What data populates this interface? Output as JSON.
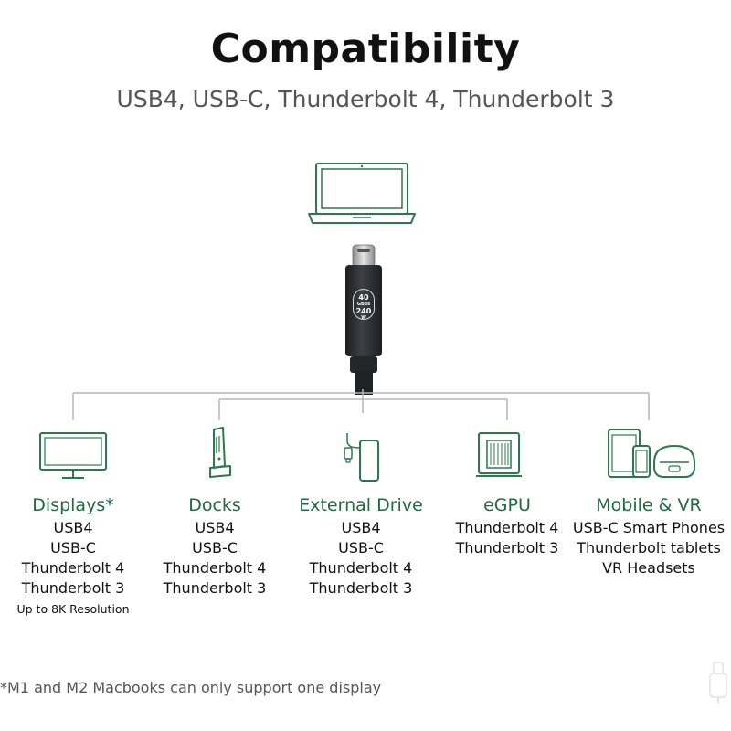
{
  "header": {
    "title": "Compatibility",
    "subtitle": "USB4, USB-C, Thunderbolt 4, Thunderbolt 3"
  },
  "cable": {
    "badge_top": "40",
    "badge_top_unit": "Gbps",
    "badge_bottom": "240",
    "badge_bottom_unit": "W"
  },
  "categories": [
    {
      "name": "Displays*",
      "icon": "monitor-icon",
      "items": [
        "USB4",
        "USB-C",
        "Thunderbolt 4",
        "Thunderbolt 3"
      ],
      "note": "Up to 8K Resolution"
    },
    {
      "name": "Docks",
      "icon": "dock-icon",
      "items": [
        "USB4",
        "USB-C",
        "Thunderbolt 4",
        "Thunderbolt 3"
      ]
    },
    {
      "name": "External Drive",
      "icon": "external-drive-icon",
      "items": [
        "USB4",
        "USB-C",
        "Thunderbolt 4",
        "Thunderbolt 3"
      ]
    },
    {
      "name": "eGPU",
      "icon": "egpu-icon",
      "items": [
        "Thunderbolt 4",
        "Thunderbolt 3"
      ]
    },
    {
      "name": "Mobile & VR",
      "icon": "mobile-vr-icon",
      "items": [
        "USB-C Smart Phones",
        "Thunderbolt tablets",
        "VR Headsets"
      ]
    }
  ],
  "footnote": "*M1 and M2 Macbooks can only support one display",
  "colors": {
    "accent_green": "#1e6b40",
    "icon_green": "#2b7a4b",
    "connector_line": "#b5b5b5",
    "cable_body": "#2b2f33"
  }
}
